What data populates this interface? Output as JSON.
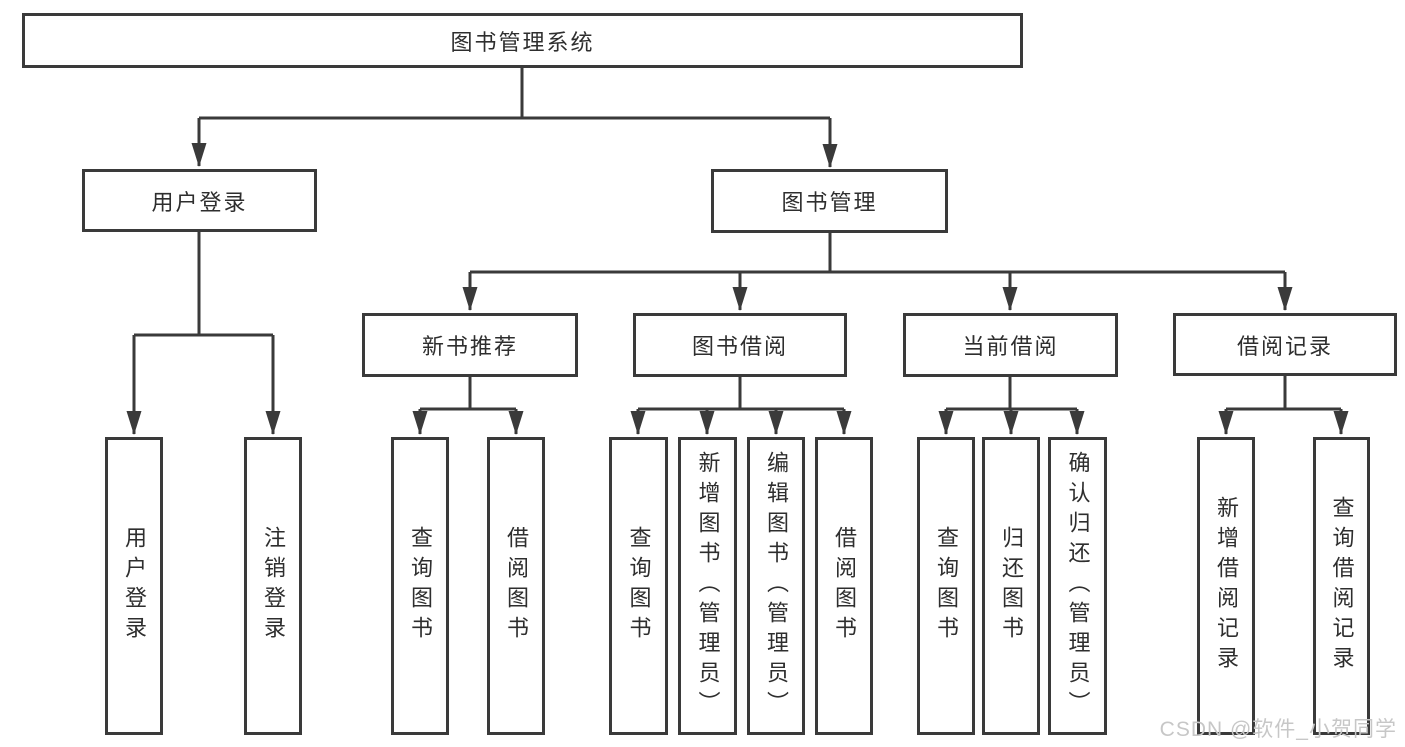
{
  "diagram": {
    "title": "图书管理系统",
    "type": "hierarchy-tree",
    "nodes": {
      "root": "图书管理系统",
      "user_login": "用户登录",
      "book_mgmt": "图书管理",
      "new_book_rec": "新书推荐",
      "book_borrow": "图书借阅",
      "current_borrow": "当前借阅",
      "borrow_record": "借阅记录",
      "leaf_user_login": "用户登录",
      "leaf_logout": "注销登录",
      "leaf_nbr_query": "查询图书",
      "leaf_nbr_borrow": "借阅图书",
      "leaf_bb_query": "查询图书",
      "leaf_bb_add": "新增图书（管理员）",
      "leaf_bb_edit": "编辑图书（管理员）",
      "leaf_bb_borrow": "借阅图书",
      "leaf_cb_query": "查询图书",
      "leaf_cb_return": "归还图书",
      "leaf_cb_confirm": "确认归还（管理员）",
      "leaf_br_add": "新增借阅记录",
      "leaf_br_query": "查询借阅记录"
    },
    "edges": [
      [
        "图书管理系统",
        "用户登录"
      ],
      [
        "图书管理系统",
        "图书管理"
      ],
      [
        "用户登录",
        "用户登录"
      ],
      [
        "用户登录",
        "注销登录"
      ],
      [
        "图书管理",
        "新书推荐"
      ],
      [
        "图书管理",
        "图书借阅"
      ],
      [
        "图书管理",
        "当前借阅"
      ],
      [
        "图书管理",
        "借阅记录"
      ],
      [
        "新书推荐",
        "查询图书"
      ],
      [
        "新书推荐",
        "借阅图书"
      ],
      [
        "图书借阅",
        "查询图书"
      ],
      [
        "图书借阅",
        "新增图书（管理员）"
      ],
      [
        "图书借阅",
        "编辑图书（管理员）"
      ],
      [
        "图书借阅",
        "借阅图书"
      ],
      [
        "当前借阅",
        "查询图书"
      ],
      [
        "当前借阅",
        "归还图书"
      ],
      [
        "当前借阅",
        "确认归还（管理员）"
      ],
      [
        "借阅记录",
        "新增借阅记录"
      ],
      [
        "借阅记录",
        "查询借阅记录"
      ]
    ]
  },
  "watermark": "CSDN @软件_小贺同学",
  "colors": {
    "line": "#3a3a3a",
    "text": "#2e2e2e",
    "background": "#ffffff",
    "watermark": "#c7c7c7"
  }
}
